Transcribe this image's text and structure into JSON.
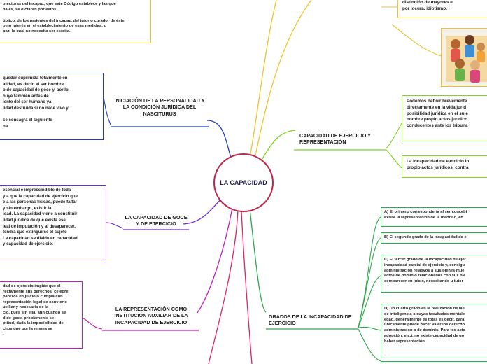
{
  "center": {
    "title": "LA CAPACIDAD"
  },
  "topics": {
    "initiation": "INICIACIÓN DE LA PERSONALIDAD Y LA CONDICIÓN JURÍDICA DEL NASCITURUS",
    "goce": "LA CAPACIDAD DE GOCE Y DE EJERCICIO",
    "representacion": "LA REPRESENTACIÓN COMO INSTITUCIÓN AUXILIAR DE LA INCAPACIDAD DE EJERCICIO",
    "ejercicio": "CAPACIDAD DE EJERCICIO Y REPRESENTACIÓN",
    "grados": "GRADOS DE LA INCAPACIDAD DE EJERCICIO"
  },
  "notes": {
    "top_left": [
      "otectoras del incapaz, que este Código establece y las que",
      "nales, se dictarán por éstos:",
      "",
      "úblico, de los parientes del incapaz, del tutor o curador de éste",
      "o no interés en el establecimiento de esas medidas; o",
      "paz, la cual no necesita ser escrita."
    ],
    "initiation": [
      "quedar suprimida totalmente en",
      "alidad, es decir, el ser hombre",
      "o de capacidad de goce y, por lo",
      "buye también antes de",
      "iente del ser humano ya",
      "lidad destruida si no nace vivo y",
      "",
      "se consagra el siguiente",
      "na"
    ],
    "goce": [
      "esencial e imprescindible de toda",
      "y a que la capacidad de ejercicio que",
      "e a las personas físicas, puede faltar",
      "y sin embargo, existir la",
      "idad. La capacidad viene a constituir",
      "lidad jurídica de que exista ese",
      "leal de imputación y al desaparecer,",
      "tendrá que extinguirse el sujeto",
      "La capacidad se divide en capacidad",
      "y capacidad de ejercicio."
    ],
    "representacion": [
      "dad de ejercicio impide que el",
      "rectamente sus derechos, celebre",
      "parezca en juicio o cumpla con",
      "representación legal se convierte",
      "uxiliar y necesaria de la",
      "cio, pues sin ella, aun cuando se",
      "d de goce, propiamente se",
      "ptitud, dada la imposibilidad de",
      "chos que por la misma se",
      "."
    ],
    "top_right": [
      "distinción de mayores e",
      "por locura, idiotismo, i"
    ],
    "ejercicio_1": [
      "Podemos definir brevemente",
      "directamente en la vida juríd",
      "posibilidad jurídica en el suje",
      "nombre propio actos jurídico",
      "conducentes ante los tribuna"
    ],
    "ejercicio_2": [
      "La incapacidad de ejercicio in",
      "propio actos jurídicos, contra"
    ],
    "grado_a": [
      "A) El primero correspondería al ser concebi",
      "existe la representación de la madre o, en"
    ],
    "grado_b": [
      "B) El segundo grado de la incapacidad de e"
    ],
    "grado_c": [
      "C) El tercer grado de la incapacidad de ejer",
      "incapacidad parcial de ejercicio y, consigu",
      "administración relativos a sus bienes mue",
      "actos de dominio relacionados con sus bie",
      "comparecer en juicio, necesitando u tutor"
    ],
    "grado_d": [
      "D) Un cuarto grado en la realización de la i",
      "de inteligencia o cuyas facultades mentale",
      "edad, generalmente es total, es decir, para",
      "únicamente puede hacer valer los derecho",
      "administración o de dominio. Para los acto",
      "adopción, etc.), no existe capacidad de go",
      "haber representación."
    ]
  },
  "colors": {
    "center_border": "#c0264a",
    "initiation_link": "#1f3fbf",
    "goce_link": "#6b2bd6",
    "representacion_link": "#c21fb8",
    "ejercicio_link": "#7ed321",
    "grados_link": "#2ea84a",
    "top_link": "#f2c230",
    "extra_link": "#e0245e"
  },
  "image": {
    "icon": "children-photo"
  }
}
